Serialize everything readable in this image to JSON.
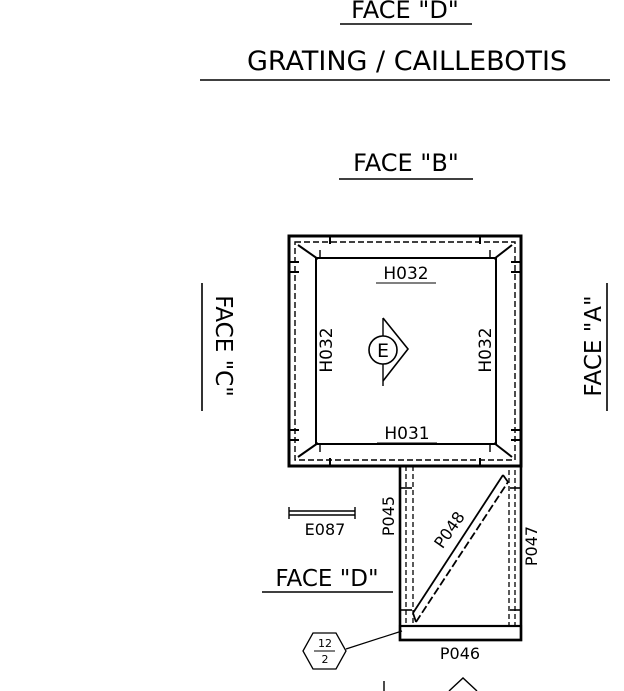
{
  "headings": {
    "top_face": "FACE \"D\"",
    "grating": "GRATING / CAILLEBOTIS",
    "face_b": "FACE \"B\"",
    "face_c": "FACE \"C\"",
    "face_a": "FACE \"A\"",
    "face_d": "FACE \"D\""
  },
  "members": {
    "top_beam": "H032",
    "left_beam": "H032",
    "right_beam": "H032",
    "bottom_beam": "H031",
    "left_post": "P045",
    "diagonal": "P048",
    "right_post": "P047",
    "bottom_post": "P046",
    "legend_bar": "E087"
  },
  "markers": {
    "elevation": "E",
    "detail_top": "12",
    "detail_bottom": "2"
  }
}
